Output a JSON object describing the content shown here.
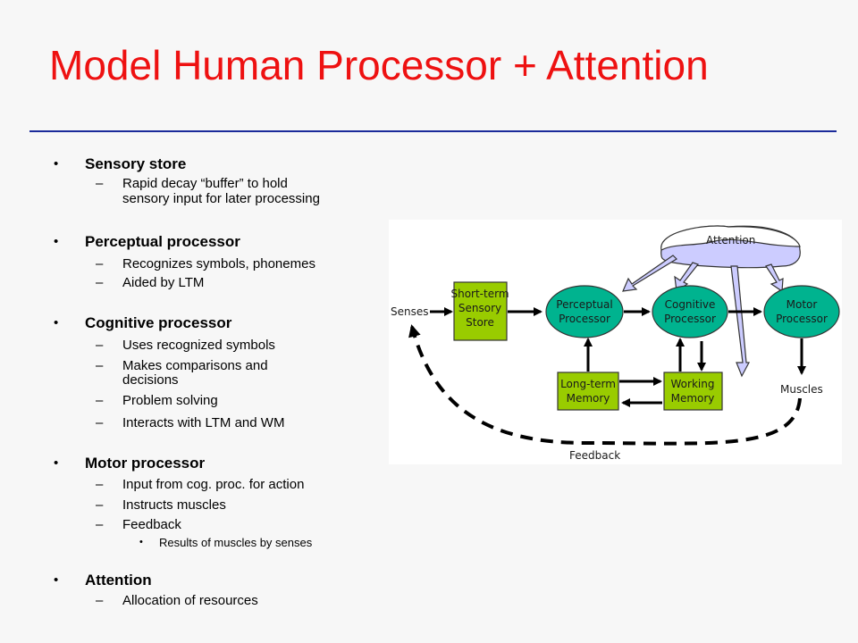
{
  "slide": {
    "title": "Model Human Processor + Attention"
  },
  "outline": {
    "sensory": {
      "heading": "Sensory store",
      "items": [
        "Rapid decay “buffer” to hold",
        "sensory input for later processing"
      ]
    },
    "perceptual": {
      "heading": "Perceptual processor",
      "items": [
        "Recognizes symbols, phonemes",
        "Aided by LTM"
      ]
    },
    "cognitive": {
      "heading": "Cognitive processor",
      "items": [
        "Uses recognized symbols",
        "Makes comparisons and",
        "decisions",
        "Problem solving",
        "Interacts with LTM and WM"
      ]
    },
    "motor": {
      "heading": "Motor processor",
      "items": [
        "Input from cog. proc. for action",
        "Instructs muscles",
        "Feedback"
      ],
      "sub_items": [
        "Results of muscles by senses"
      ]
    },
    "attention": {
      "heading": "Attention",
      "items": [
        "Allocation of resources"
      ]
    }
  },
  "diagram": {
    "attention": "Attention",
    "senses": "Senses",
    "stm": [
      "Short-term",
      "Sensory",
      "Store"
    ],
    "perceptual": [
      "Perceptual",
      "Processor"
    ],
    "cognitive": [
      "Cognitive",
      "Processor"
    ],
    "motor": [
      "Motor",
      "Processor"
    ],
    "ltm": [
      "Long-term",
      "Memory"
    ],
    "wm": [
      "Working",
      "Memory"
    ],
    "muscles": "Muscles",
    "feedback": "Feedback",
    "colors": {
      "box_green": "#99cc00",
      "ellipse_teal": "#00b38f",
      "cloud_fill": "#ccccff",
      "title_red": "#ee1111",
      "rule_blue": "#1b2b9a"
    }
  }
}
